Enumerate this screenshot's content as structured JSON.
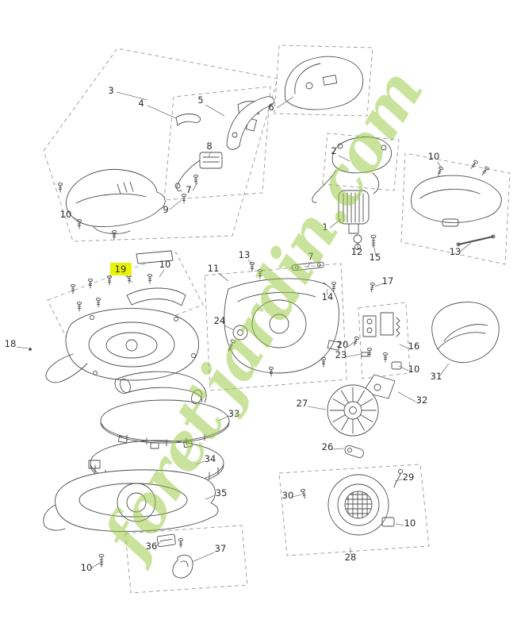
{
  "page": {
    "background": "#ffffff",
    "description": "Exploded parts diagram of a garden blower with numbered part callouts"
  },
  "watermark": {
    "text": "foret'jardin.com",
    "color": "#94c83d"
  },
  "highlight": {
    "color": "#e9f104",
    "highlighted_part": "19"
  },
  "labels": [
    {
      "text": "3"
    },
    {
      "text": "4"
    },
    {
      "text": "5"
    },
    {
      "text": "6"
    },
    {
      "text": "8"
    },
    {
      "text": "7"
    },
    {
      "text": "9"
    },
    {
      "text": "10"
    },
    {
      "text": "2"
    },
    {
      "text": "1"
    },
    {
      "text": "12"
    },
    {
      "text": "15"
    },
    {
      "text": "10"
    },
    {
      "text": "13"
    },
    {
      "text": "13"
    },
    {
      "text": "17"
    },
    {
      "text": "7"
    },
    {
      "text": "14"
    },
    {
      "text": "11"
    },
    {
      "text": "19",
      "highlighted": true
    },
    {
      "text": "10"
    },
    {
      "text": "18"
    },
    {
      "text": "24"
    },
    {
      "text": "20"
    },
    {
      "text": "23"
    },
    {
      "text": "16"
    },
    {
      "text": "10"
    },
    {
      "text": "31"
    },
    {
      "text": "32"
    },
    {
      "text": "27"
    },
    {
      "text": "33"
    },
    {
      "text": "34"
    },
    {
      "text": "26"
    },
    {
      "text": "29"
    },
    {
      "text": "30"
    },
    {
      "text": "35"
    },
    {
      "text": "36"
    },
    {
      "text": "37"
    },
    {
      "text": "10"
    },
    {
      "text": "10"
    },
    {
      "text": "28"
    }
  ]
}
